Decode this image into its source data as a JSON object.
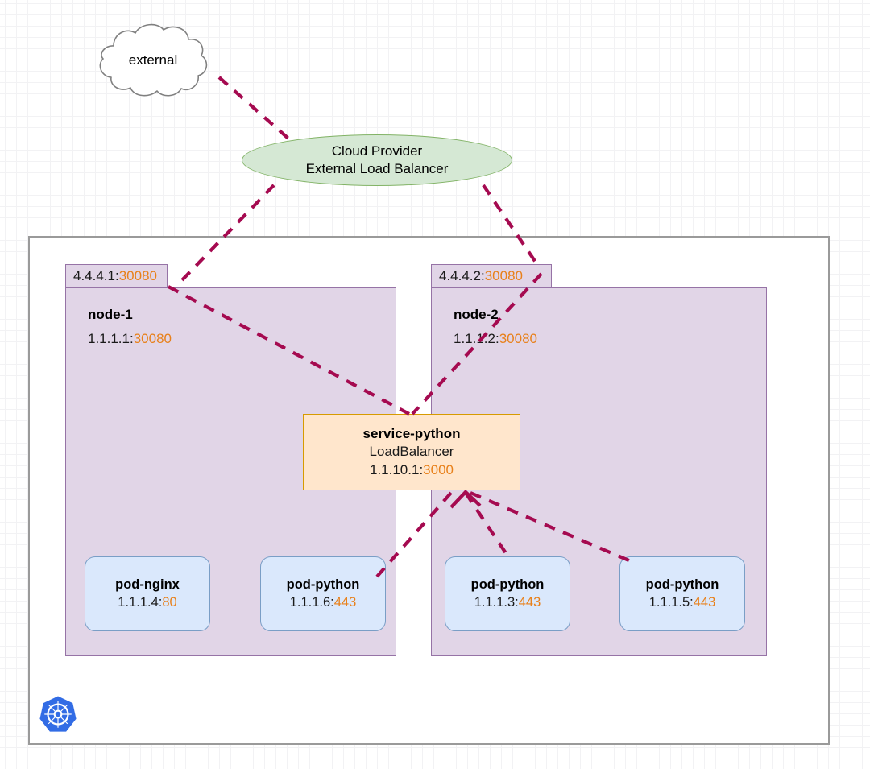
{
  "diagram": {
    "title": "kubernetes-loadbalancer-service-topology",
    "colors": {
      "node_fill": "#e1d5e7",
      "node_stroke": "#9673a6",
      "pod_fill": "#dae8fc",
      "pod_stroke": "#7a9ec6",
      "service_fill": "#ffe6cc",
      "service_stroke": "#d79b00",
      "lb_fill": "#d5e8d4",
      "lb_stroke": "#82b366",
      "edge": "#a50a50",
      "port_text": "#e8801a",
      "cluster_stroke": "#9a9a9a",
      "k8s_blue": "#326ce5"
    }
  },
  "external": {
    "label": "external"
  },
  "load_balancer": {
    "line1": "Cloud Provider",
    "line2": "External Load Balancer"
  },
  "nodes": [
    {
      "tag": {
        "host": "4.4.4.1:",
        "port": "30080"
      },
      "name": "node-1",
      "address": {
        "host": "1.1.1.1:",
        "port": "30080"
      }
    },
    {
      "tag": {
        "host": "4.4.4.2:",
        "port": "30080"
      },
      "name": "node-2",
      "address": {
        "host": "1.1.1.2:",
        "port": "30080"
      }
    }
  ],
  "service": {
    "name": "service-python",
    "type": "LoadBalancer",
    "address": {
      "host": "1.1.10.1:",
      "port": "3000"
    }
  },
  "pods": [
    {
      "name": "pod-nginx",
      "host": "1.1.1.4:",
      "port": "80"
    },
    {
      "name": "pod-python",
      "host": "1.1.1.6:",
      "port": "443"
    },
    {
      "name": "pod-python",
      "host": "1.1.1.3:",
      "port": "443"
    },
    {
      "name": "pod-python",
      "host": "1.1.1.5:",
      "port": "443"
    }
  ],
  "logo": {
    "name": "kubernetes-logo"
  }
}
